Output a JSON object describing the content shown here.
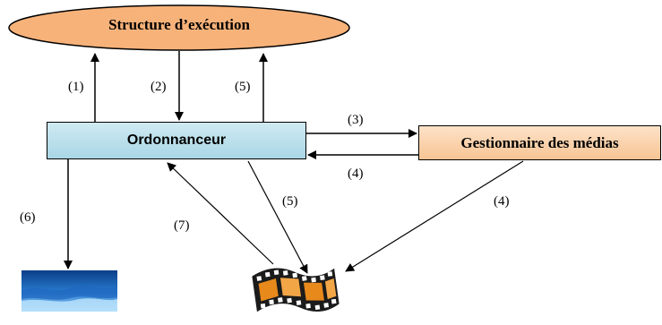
{
  "diagram": {
    "execution_structure": "Structure d’exécution",
    "scheduler": "Ordonnanceur",
    "media_manager": "Gestionnaire des médias",
    "labels": {
      "l1": "(1)",
      "l2": "(2)",
      "l5_top": "(5)",
      "l3": "(3)",
      "l4_top": "(4)",
      "l4_diag": "(4)",
      "l5_diag": "(5)",
      "l6": "(6)",
      "l7": "(7)"
    }
  },
  "colors": {
    "ellipse_fill": "#f7b27a",
    "scheduler_fill": "#b9e0ec",
    "media_fill": "#f9c99b",
    "water": "#2a7fd4",
    "film": "#e8891c"
  },
  "icons": {
    "water_image": "water-surface-image",
    "film_image": "film-strip-icon"
  }
}
